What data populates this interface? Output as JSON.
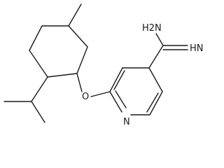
{
  "diagram": {
    "type": "chemical-structure",
    "atoms": {
      "amine_nitrogen": "H2N",
      "imine_nitrogen": "HN",
      "ether_oxygen": "O",
      "ring_nitrogen": "N"
    }
  }
}
